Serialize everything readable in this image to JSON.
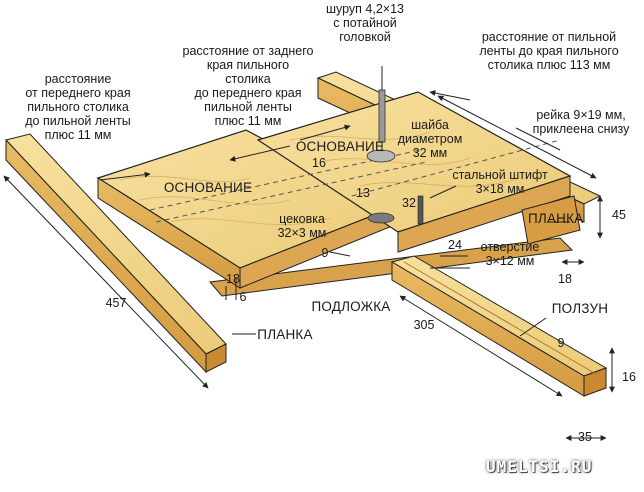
{
  "callouts": {
    "screw": "шуруп 4,2×13\nс потайной\nголовкой",
    "rear_distance": "расстояние от заднего\nкрая пильного\nстолика\nдо переднего края\nпильной ленты\nплюс 11 мм",
    "front_distance": "расстояние\nот переднего края\nпильного столика\nдо пильной ленты\nплюс 11 мм",
    "side_distance": "расстояние от пильной\nленты до края пильного\nстолика плюс 113 мм",
    "rail": "рейка 9×19 мм,\nприклеена снизу",
    "washer": "шайба\nдиаметром\n32 мм",
    "steel_pin": "стальной штифт\n3×18 мм",
    "counterbore": "цековка\n32×3 мм",
    "hole": "отверстие\n3×12 мм"
  },
  "parts": {
    "base_left": "ОСНОВАНИЕ",
    "base_right": "ОСНОВАНИЕ",
    "backing": "ПОДЛОЖКА",
    "strip_left": "ПЛАНКА",
    "strip_right": "ПЛАНКА",
    "slider": "ПОЛЗУН"
  },
  "dimensions": {
    "d16_top": "16",
    "d13": "13",
    "d32": "32",
    "d9_base": "9",
    "d18_left": "18",
    "d6": "6",
    "d45": "45",
    "d18_right": "18",
    "d24": "24",
    "d457": "457",
    "d305": "305",
    "d9_slider": "9",
    "d16_slider": "16",
    "d35": "35"
  },
  "watermark": "UMELTSI.RU",
  "colors": {
    "wood_top": "#f3d78e",
    "wood_side": "#e3b35a",
    "wood_dark": "#c98a32",
    "line": "#222222"
  }
}
